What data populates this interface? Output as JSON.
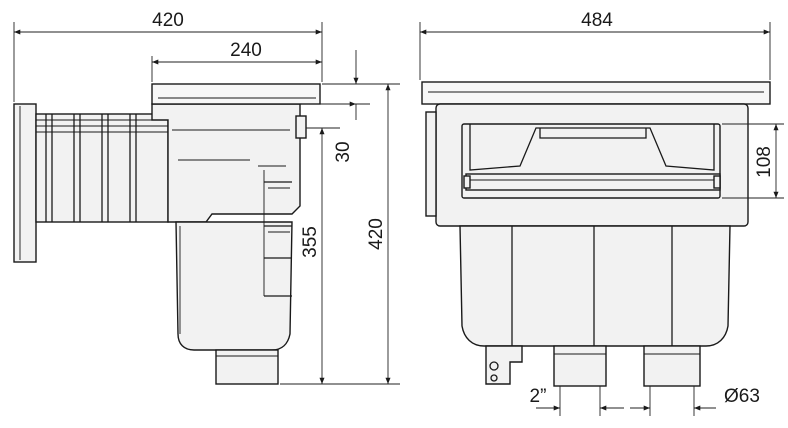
{
  "side_view": {
    "dims": {
      "overall_width": "420",
      "lid_width": "240",
      "lid_height": "30",
      "body_height": "355",
      "total_height": "420"
    }
  },
  "front_view": {
    "dims": {
      "overall_width": "484",
      "opening_height": "108",
      "outlet_thread": "2”",
      "outlet_diameter": "Ø63"
    }
  }
}
